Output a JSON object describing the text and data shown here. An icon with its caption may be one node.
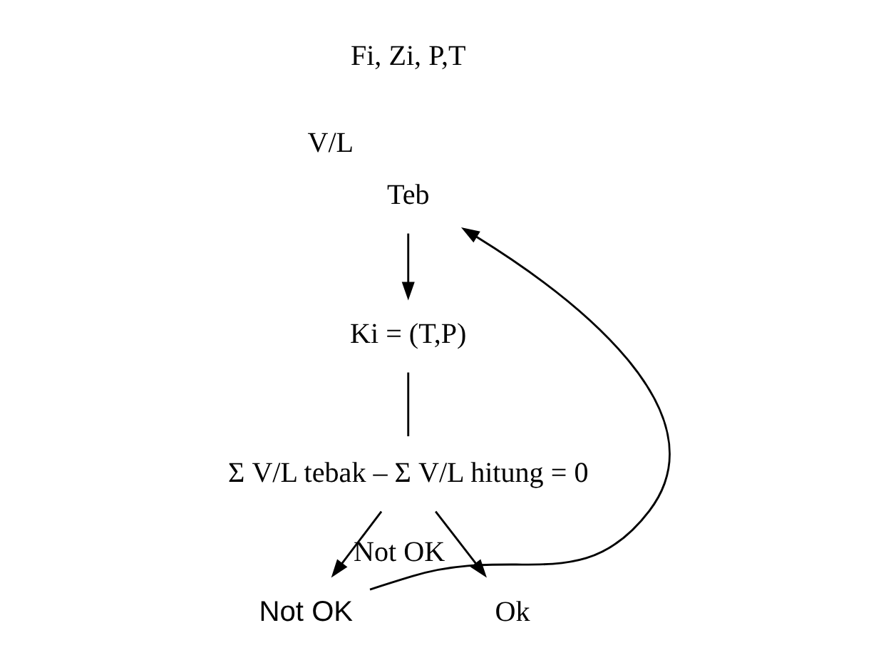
{
  "diagram": {
    "nodes": [
      {
        "text": [
          "Teb"
        ],
        "beside": [
          "V/L"
        ]
      },
      {
        "text": [
          "Ki = (T,P)"
        ]
      },
      {
        "text": [
          "Σ V/L tebak – Σ V/L hitung = 0"
        ]
      },
      {
        "text": [
          "Not OK"
        ]
      },
      {
        "text": [
          "Ok"
        ]
      }
    ],
    "edges": [
      {
        "from": 0,
        "to": 1,
        "arrow": "to"
      },
      {
        "from": 1,
        "to": 2,
        "arrow": "none"
      },
      {
        "from": 2,
        "to": 4,
        "arrow": "to"
      },
      {
        "from": 2,
        "to": 3,
        "arrow": "to"
      },
      {
        "from": 3,
        "to": 0,
        "arrow": "to",
        "label": "Not OK"
      }
    ],
    "labels": [
      "Fi, Zi, P,T"
    ]
  }
}
